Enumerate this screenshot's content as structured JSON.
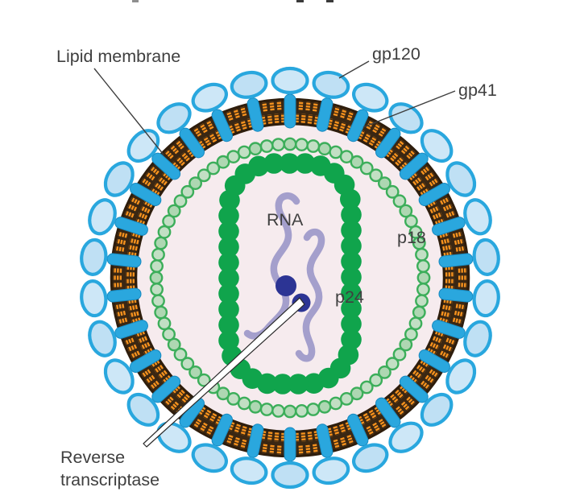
{
  "figure": {
    "description": "Cross-section diagram of an HIV virion",
    "labels": {
      "lipid_membrane": "Lipid membrane",
      "gp120": "gp120",
      "gp41": "gp41",
      "p18": "p18",
      "rna": "RNA",
      "p24": "p24",
      "reverse_transcriptase_line1": "Reverse",
      "reverse_transcriptase_line2": "transcriptase"
    }
  },
  "colors": {
    "background": "#ffffff",
    "gp120_fill_a": "#cde7f7",
    "gp120_fill_b": "#bfe0f4",
    "gp120_stroke": "#29a7de",
    "gp41_fill": "#2aa7de",
    "gp41_stroke": "#1789c0",
    "membrane_dark": "#3a2713",
    "membrane_edge": "#2e1d0c",
    "membrane_orange": "#f6921e",
    "matrix_bead_stroke": "#3cae5a",
    "matrix_bead_fill_a": "#c2dfc4",
    "matrix_bead_fill_b": "#aed7b2",
    "capsid_green": "#10a44c",
    "interior_pink": "#f6ebee",
    "rna_purple": "#a49fcc",
    "enzyme_navy": "#2c3494",
    "label_text": "#3f3f3f",
    "pointer_line": "#2a2a2a"
  },
  "diagram": {
    "gp120_spike_count": 30,
    "gp41_peg_count": 30,
    "matrix_bead_count": 72,
    "capsid_blob_count": 39,
    "membrane_tick_count": 150,
    "rna_strand_count": 2,
    "reverse_transcriptase_count": 2
  }
}
